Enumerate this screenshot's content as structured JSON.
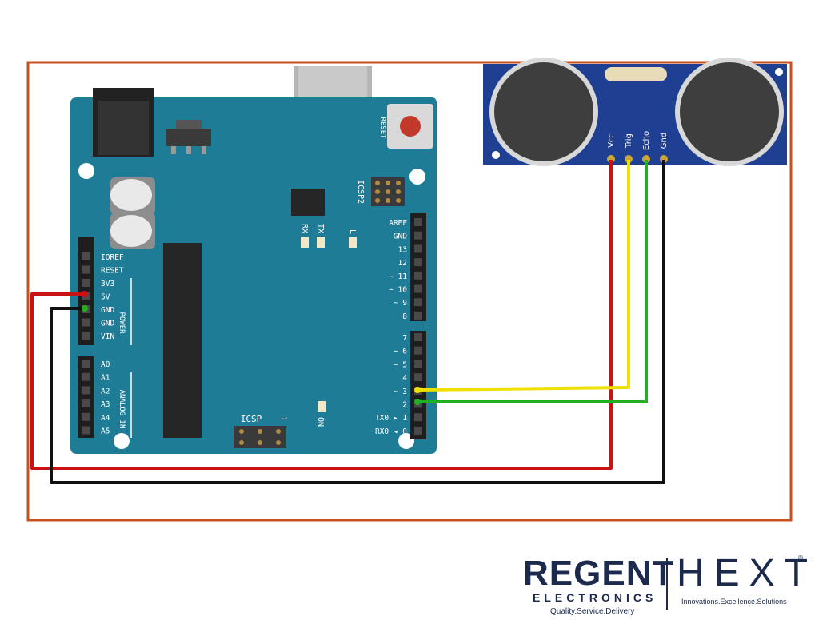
{
  "arduino": {
    "reset_label": "RESET",
    "icsp2_label": "ICSP2",
    "icsp_label": "ICSP",
    "icsp_pin1": "1",
    "rx_label": "RX",
    "tx_label": "TX",
    "l_label": "L",
    "on_label": "ON",
    "power_label": "POWER",
    "analog_label": "ANALOG IN",
    "power_pins": [
      "IOREF",
      "RESET",
      "3V3",
      "5V",
      "GND",
      "GND",
      "VIN"
    ],
    "analog_pins": [
      "A0",
      "A1",
      "A2",
      "A3",
      "A4",
      "A5"
    ],
    "digital_top": [
      "AREF",
      "GND",
      "13",
      "12",
      "~ 11",
      "~ 10",
      "~ 9",
      "8"
    ],
    "digital_bottom": [
      "7",
      "~ 6",
      "~ 5",
      "4",
      "~ 3",
      "2",
      "TX0 ▸ 1",
      "RX0 ◂ 0"
    ]
  },
  "sensor": {
    "pins": [
      "Vcc",
      "Trig",
      "Echo",
      "Gnd"
    ]
  },
  "colors": {
    "frame": "#c8501e",
    "board": "#1f7c96",
    "sensor": "#1e3f92",
    "wire_vcc": "#cc1111",
    "wire_trig": "#f0e000",
    "wire_echo": "#22b022",
    "wire_gnd": "#111111"
  },
  "branding": {
    "regent": "REGENT",
    "electronics": "ELECTRONICS",
    "regent_tagline": "Quality.Service.Delivery",
    "hext": "HEXT",
    "hext_mark": "®",
    "hext_tagline": "Innovations.Excellence.Solutions"
  }
}
